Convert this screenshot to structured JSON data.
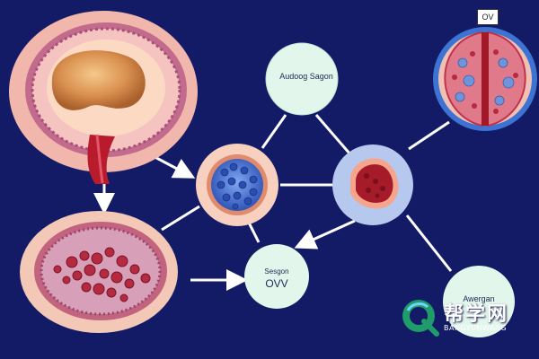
{
  "labels": {
    "top_circle": "Audoog Sagon",
    "mid_circle_small": "Sesgon",
    "mid_circle_big": "OVV",
    "bottom_right_circle": "Awergan",
    "tag": "OV"
  },
  "watermark": {
    "main": "帮学网",
    "sub": "BANGYUNWANG"
  },
  "icons": [
    "stomach-organ-icon",
    "cell-cluster-icon",
    "blue-cell-icon",
    "red-tissue-icon",
    "organ-cross-section-icon",
    "watermark-logo-icon"
  ],
  "colors": {
    "background": "#131a66",
    "node_fill": "#e3f6ec",
    "connector": "#ffffff",
    "tissue_pink": "#f2b3a3",
    "blood_red": "#b81c2c",
    "cell_blue": "#3f6fd1"
  }
}
